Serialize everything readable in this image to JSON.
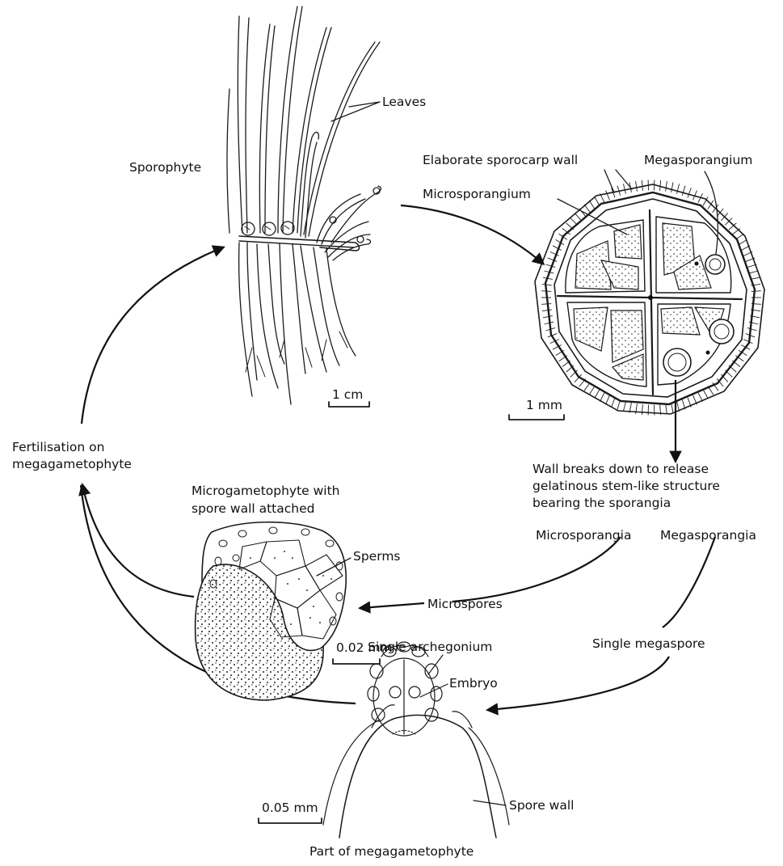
{
  "labels": {
    "leaves": "Leaves",
    "sporophyte": "Sporophyte",
    "sporocarp_wall": "Elaborate sporocarp wall",
    "megasporangium": "Megasporangium",
    "microsporangium": "Microsporangium",
    "scale_1cm": "1 cm",
    "scale_1mm": "1 mm",
    "wall_breaks_line1": "Wall breaks down to release",
    "wall_breaks_line2": "gelatinous stem-like structure",
    "wall_breaks_line3": "bearing the sporangia",
    "fertilisation_line1": "Fertilisation on",
    "fertilisation_line2": "megagametophyte",
    "microgametophyte_line1": "Microgametophyte with",
    "microgametophyte_line2": "spore wall attached",
    "microsporangia": "Microsporangia",
    "megasporangia": "Megasporangia",
    "sperms": "Sperms",
    "microspores": "Microspores",
    "scale_002mm": "0.02 mm",
    "single_megaspore": "Single megaspore",
    "single_archegonium": "Single archegonium",
    "embryo": "Embryo",
    "spore_wall": "Spore wall",
    "scale_005mm": "0.05 mm",
    "part_of_megagametophyte": "Part of megagametophyte"
  }
}
